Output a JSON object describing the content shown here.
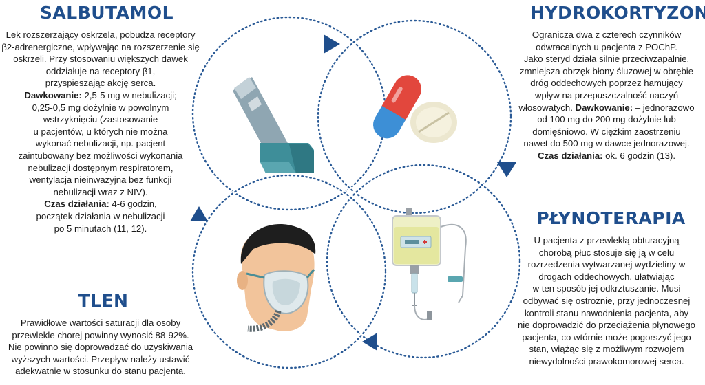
{
  "colors": {
    "title": "#1f4e8c",
    "arrow": "#1f4e8c",
    "circle": "#2a5a96",
    "inhaler_body": "#8fa6b2",
    "inhaler_mouth": "#3e8e99",
    "capsule_red": "#e2473d",
    "capsule_blue": "#3d8fd6",
    "tablet": "#ece7cf",
    "iv_bag_fill": "#eef0c6",
    "mask_face": "#f2c49b",
    "mask_hair": "#1e1e1e"
  },
  "sections": {
    "salbutamol": {
      "title": "SALBUTAMOL",
      "lines": [
        "Lek rozszerzający oskrzela, pobudza receptory",
        "β2-adrenergiczne, wpływając na rozszerzenie się",
        "oskrzeli. Przy stosowaniu większych dawek",
        "oddziałuje na receptory β1,",
        "przyspieszając akcję serca."
      ],
      "dose_label": "Dawkowanie:",
      "dose_first": " 2,5-5 mg w nebulizacji;",
      "dose_lines": [
        "0,25-0,5 mg dożylnie w powolnym",
        "wstrzyknięciu (zastosowanie",
        "u pacjentów, u których nie można",
        "wykonać nebulizacji, np. pacjent",
        "zaintubowany bez możliwości wykonania",
        "nebulizacji dostępnym respiratorem,",
        "wentylacja nieinwazyjna bez funkcji",
        "nebulizacji wraz z NIV)."
      ],
      "time_label": "Czas działania:",
      "time_first": " 4-6 godzin,",
      "time_lines": [
        "początek działania w nebulizacji",
        "po 5 minutach (11, 12)."
      ]
    },
    "hydrokortyzon": {
      "title": "HYDROKORTYZON",
      "lines": [
        "Ogranicza dwa z czterech czynników",
        "odwracalnych u pacjenta z POChP.",
        "Jako steryd działa silnie przeciwzapalnie,",
        "zmniejsza obrzęk błony śluzowej w obrębie",
        "dróg oddechowych poprzez hamujący",
        "wpływ na przepuszczalność naczyń"
      ],
      "dose_pre": "włosowatych. ",
      "dose_label": "Dawkowanie:",
      "dose_first": " – jednorazowo",
      "dose_lines": [
        "od 100 mg do 200 mg dożylnie lub",
        "domięśniowo. W ciężkim zaostrzeniu",
        "nawet do 500 mg w dawce jednorazowej."
      ],
      "time_label": "Czas działania:",
      "time_first": " ok. 6 godzin (13)."
    },
    "plynoterapia": {
      "title": "PŁYNOTERAPIA",
      "lines": [
        "U pacjenta z przewlekłą obturacyjną",
        "chorobą płuc stosuje się ją w celu",
        "rozrzedzenia wytwarzanej wydzieliny w",
        "drogach oddechowych, ułatwiając",
        "w ten sposób jej odkrztuszanie. Musi",
        "odbywać się ostrożnie, przy jednoczesnej",
        "kontroli stanu nawodnienia pacjenta, aby",
        "nie doprowadzić do przeciążenia płynowego",
        "pacjenta, co wtórnie może pogorszyć jego",
        "stan, wiążąc się z możliwym rozwojem",
        "niewydolności prawokomorowej serca."
      ]
    },
    "tlen": {
      "title": "TLEN",
      "lines": [
        "Prawidłowe wartości saturacji dla osoby",
        "przewlekle chorej powinny wynosić 88-92%.",
        "Nie powinno się doprowadzać do uzyskiwania",
        "wyższych wartości. Przepływ należy ustawić",
        "adekwatnie w stosunku do stanu pacjenta."
      ]
    }
  },
  "icons": {
    "salbutamol": "inhaler-icon",
    "hydrokortyzon": "pills-icon",
    "plynoterapia": "iv-drip-icon",
    "tlen": "oxygen-mask-icon"
  }
}
